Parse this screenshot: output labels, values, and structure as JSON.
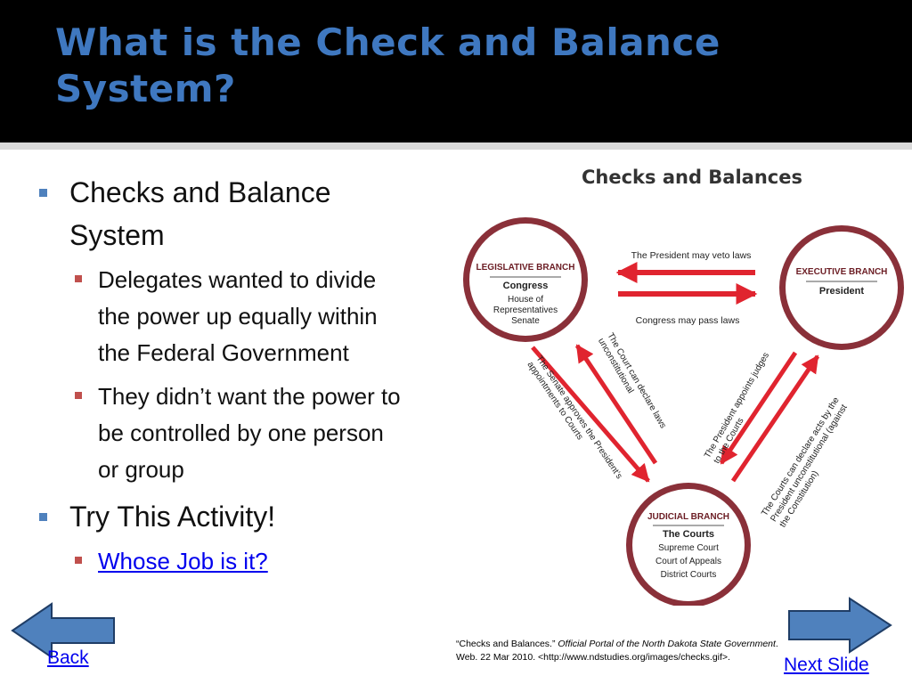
{
  "slide": {
    "title": "What is the Check and Balance System?",
    "bullets": [
      {
        "text": "Checks and Balance System",
        "sub": [
          "Delegates wanted to divide the power up equally within the Federal Government",
          "They didn’t want the power to be controlled by one person or group"
        ]
      },
      {
        "text": "Try This Activity!",
        "sub": [
          "Whose Job is it?"
        ]
      }
    ]
  },
  "diagram": {
    "title": "Checks and Balances",
    "legislative": {
      "heading": "LEGISLATIVE BRANCH",
      "name": "Congress",
      "line1": "House of",
      "line2": "Representatives",
      "line3": "Senate"
    },
    "executive": {
      "heading": "EXECUTIVE BRANCH",
      "name": "President"
    },
    "judicial": {
      "heading": "JUDICIAL BRANCH",
      "name": "The Courts",
      "line1": "Supreme Court",
      "line2": "Court of Appeals",
      "line3": "District Courts"
    },
    "arrows": {
      "veto": "The President may veto laws",
      "pass": "Congress may pass laws",
      "senate_line1": "The Senate approves the President’s",
      "senate_line2": "appointments to Courts",
      "court_laws_line1": "The Court can declare laws",
      "court_laws_line2": "unconstitutional",
      "president_appoints_line1": "The President appoints judges",
      "president_appoints_line2": "to the Courts",
      "court_acts_line1": "The Courts can declare acts by the",
      "court_acts_line2": "President unconstitutional (against",
      "court_acts_line3": "the Constitution)"
    },
    "accent_color": "#e0242f",
    "ring_color": "#6b1d24"
  },
  "citation": {
    "prefix": "“Checks and Balances.” ",
    "source": "Official Portal of the North Dakota State Government",
    "suffix": ".",
    "line2": "Web. 22 Mar 2010. <http://www.ndstudies.org/images/checks.gif>."
  },
  "nav": {
    "back_label": "Back",
    "next_label": "Next Slide",
    "button_color": "#4f81bd"
  }
}
